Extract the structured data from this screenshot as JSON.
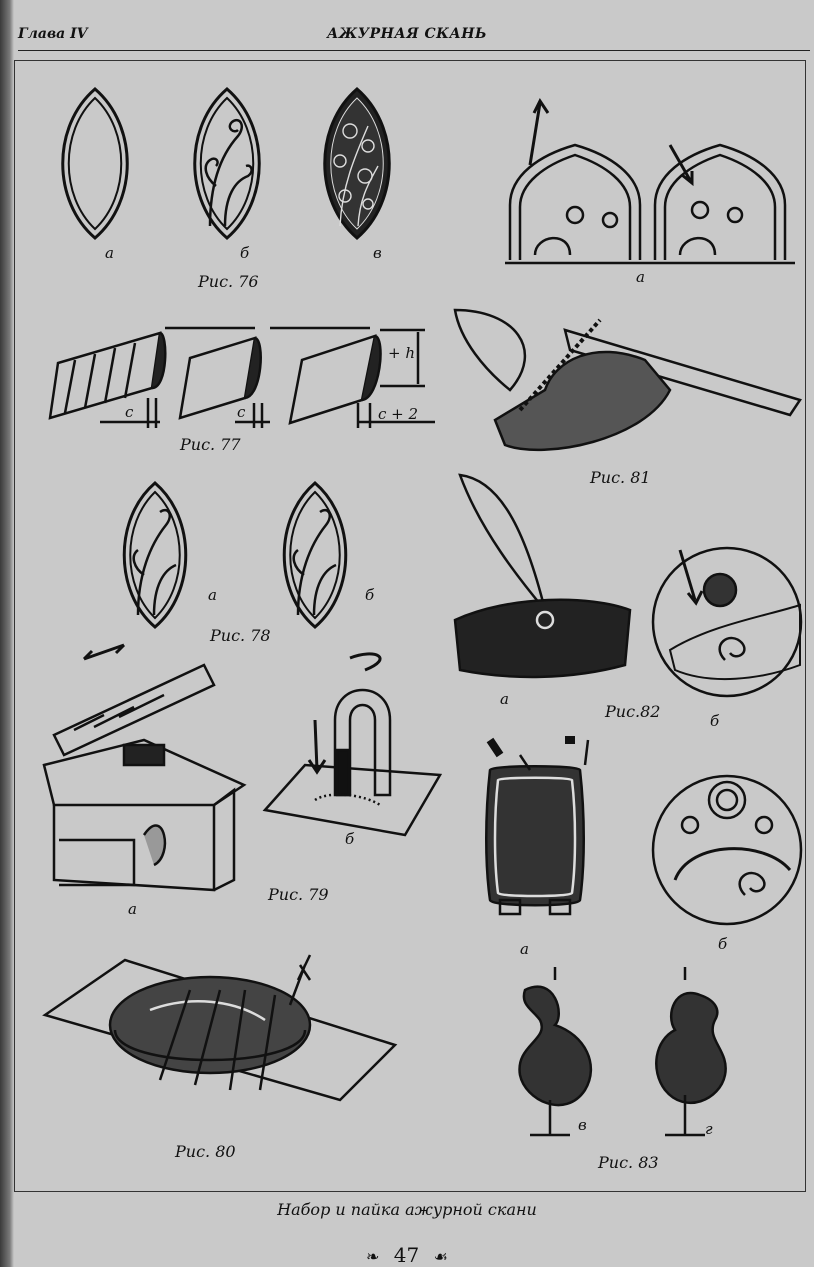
{
  "header": {
    "chapter": "Глава IV",
    "title": "АЖУРНАЯ СКАНЬ"
  },
  "labels": {
    "a": "а",
    "b": "б",
    "v": "в",
    "g": "г"
  },
  "figures": {
    "f76": "Рис. 76",
    "f77": "Рис. 77",
    "f78": "Рис. 78",
    "f79": "Рис. 79",
    "f80": "Рис. 80",
    "f81": "Рис. 81",
    "f82": "Рис.82",
    "f83": "Рис. 83"
  },
  "dims": {
    "c": "c",
    "c2": "c + 2",
    "h": "+ h"
  },
  "page_caption": "Набор и пайка ажурной скани",
  "page_number": "47",
  "ornament_left": "❧",
  "ornament_right": "☙"
}
